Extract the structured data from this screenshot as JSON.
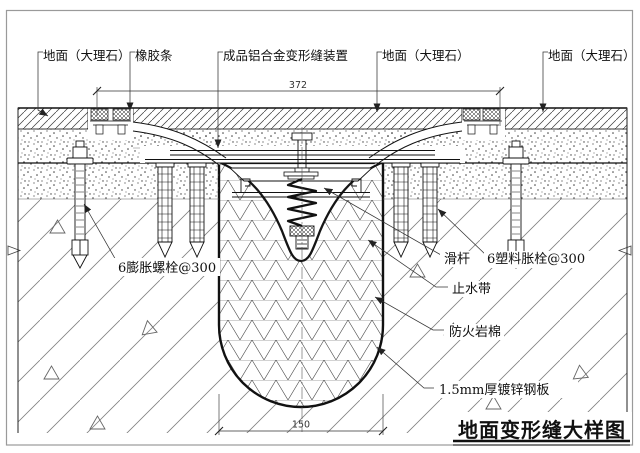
{
  "page": {
    "background": "#ffffff",
    "line_color": "#1a1a1a"
  },
  "drawing": {
    "callouts": {
      "floor_marble_left": "地面（大理石）",
      "rubber_strip": "橡胶条",
      "aluminum_joint_device": "成品铝合金变形缝装置",
      "floor_marble_middle": "地面（大理石）",
      "floor_marble_right": "地面（大理石）",
      "expansion_bolt": "6膨胀螺栓@300",
      "slide_rod": "滑杆",
      "plastic_anchor": "6塑料胀栓@300",
      "waterstop": "止水带",
      "fire_rock_wool": "防火岩棉",
      "galvanized_steel_plate": "1.5mm厚镀锌钢板"
    },
    "dimensions": {
      "overall_width": "372",
      "joint_width": "150"
    },
    "title": "地面变形缝大样图"
  }
}
